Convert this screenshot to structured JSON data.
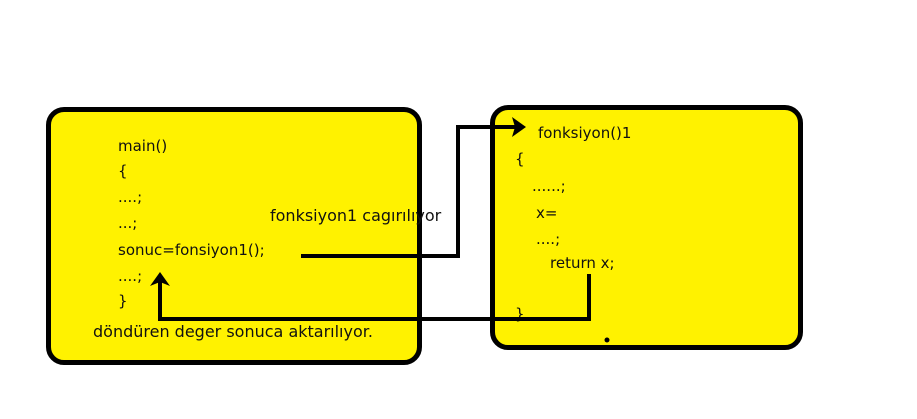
{
  "main_block": {
    "lines": [
      "main()",
      "{",
      "....;",
      "...;",
      "sonuc=fonsiyon1();",
      "....;",
      "}"
    ]
  },
  "function_block": {
    "lines": [
      "fonksiyon()1",
      "{",
      "......;",
      "x=",
      "....;",
      "return x;",
      "}"
    ]
  },
  "labels": {
    "call": "fonksiyon1 cagırılıyor",
    "return": "döndüren deger sonuca aktarılıyor."
  },
  "colors": {
    "box_fill": "#fff200",
    "line": "#000000"
  }
}
